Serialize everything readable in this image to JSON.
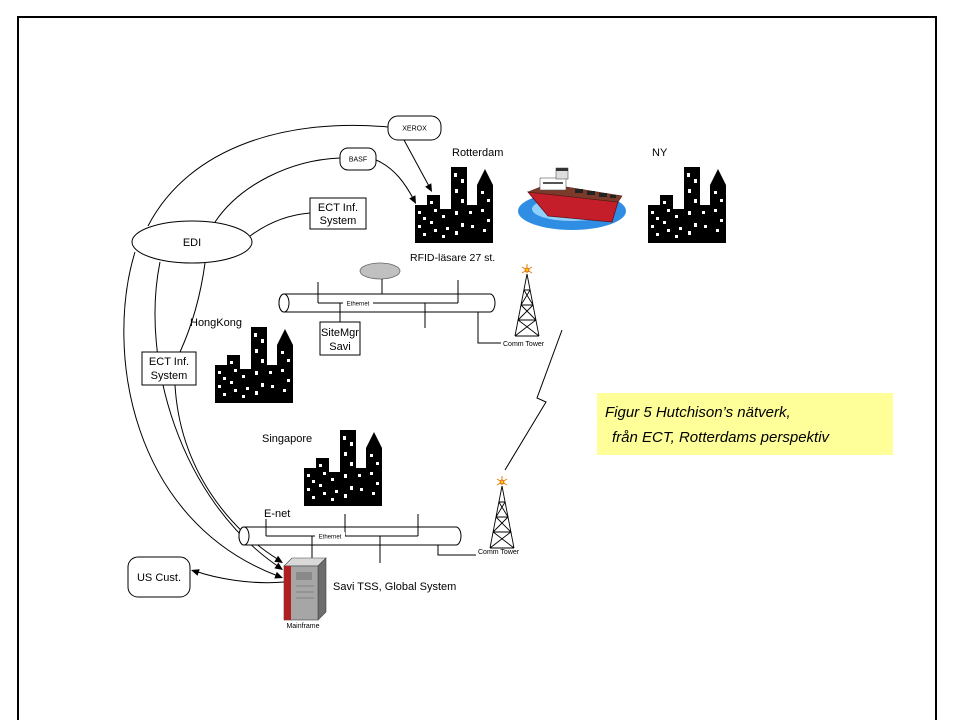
{
  "diagram": {
    "xerox": "XEROX",
    "basf": "BASF",
    "rotterdam": "Rotterdam",
    "ny": "NY",
    "ect_rotterdam": {
      "line1": "ECT Inf.",
      "line2": "System"
    },
    "edi": "EDI",
    "rfid_readers": "RFID-läsare 27 st.",
    "ethernet_rotterdam": "Ethernet",
    "sitemgr": {
      "line1": "SiteMgr",
      "line2": "Savi"
    },
    "comm_tower_rotterdam": "Comm Tower",
    "hongkong": "HongKong",
    "ect_hongkong": {
      "line1": "ECT Inf.",
      "line2": "System"
    },
    "singapore": "Singapore",
    "enet": "E-net",
    "ethernet_singapore": "Ethernet",
    "comm_tower_singapore": "Comm Tower",
    "us_cust": "US Cust.",
    "savi_tss": "Savi TSS, Global System",
    "mainframe": "Mainframe"
  },
  "caption": {
    "line1": "Figur 5 Hutchison’s nätverk,",
    "line2": "från ECT, Rotterdams perspektiv"
  },
  "icons": {
    "city": "city-skyline-icon",
    "ship": "container-ship-icon",
    "tower": "comm-tower-icon",
    "reader": "rfid-reader-icon",
    "mainframe": "mainframe-icon",
    "wireless": "lightning-link-icon"
  },
  "colors": {
    "caption_background": "#ffff99",
    "ship_hull": "#c41e2a",
    "water_outer": "#2f8de4",
    "water_inner": "#8fd0ff",
    "mainframe_stripe": "#b02020",
    "reader": "#c0c0c0"
  }
}
